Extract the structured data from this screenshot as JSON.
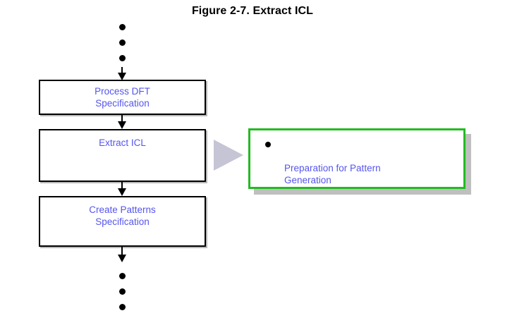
{
  "figure": {
    "title": "Figure 2-7. Extract ICL"
  },
  "flow": {
    "steps": [
      {
        "label": "Process DFT\nSpecification"
      },
      {
        "label": "Extract ICL"
      },
      {
        "label": "Create Patterns\nSpecification"
      }
    ]
  },
  "continuation": {
    "top_dots": [
      "dot",
      "dot",
      "dot"
    ],
    "bottom_dots": [
      "dot",
      "dot",
      "dot"
    ]
  },
  "callout": {
    "items": [
      {
        "text": "Preparation for Pattern\nGeneration"
      }
    ]
  },
  "colors": {
    "box_text": "#5555EE",
    "box_border": "#000000",
    "callout_border": "#22BB22",
    "callout_shadow": "#BFBFBF",
    "pointer": "#C5C5D5",
    "title_text": "#000000",
    "background": "#FFFFFF"
  }
}
